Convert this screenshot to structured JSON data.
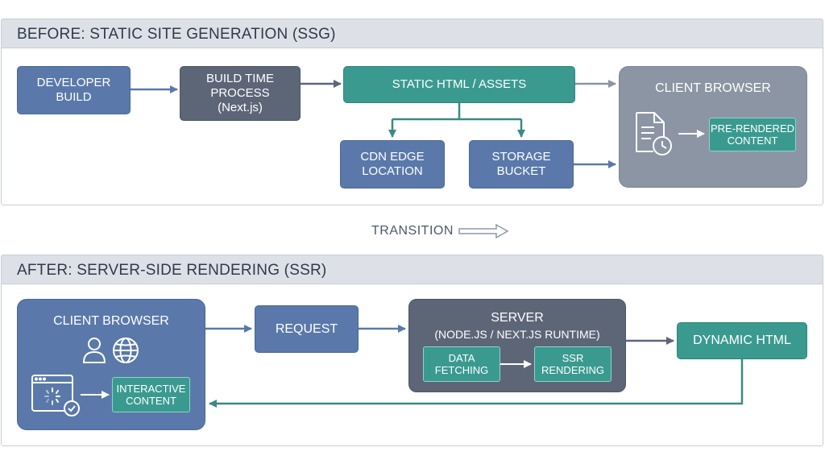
{
  "before": {
    "title": "BEFORE: STATIC SITE GENERATION (SSG)",
    "developer_build": [
      "DEVELOPER",
      "BUILD"
    ],
    "build_time": [
      "BUILD TIME",
      "PROCESS",
      "(Next.js)"
    ],
    "static_html": "STATIC HTML / ASSETS",
    "cdn_edge": [
      "CDN EDGE",
      "LOCATION"
    ],
    "storage_bucket": [
      "STORAGE",
      "BUCKET"
    ],
    "client_browser": "CLIENT BROWSER",
    "prerendered": [
      "PRE-RENDERED",
      "CONTENT"
    ]
  },
  "transition": "TRANSITION",
  "after": {
    "title": "AFTER: SERVER-SIDE RENDERING (SSR)",
    "client_browser": "CLIENT BROWSER",
    "interactive": [
      "INTERACTIVE",
      "CONTENT"
    ],
    "request": "REQUEST",
    "server_title": "SERVER",
    "server_sub": "(NODE.JS / NEXT.JS RUNTIME)",
    "data_fetching": [
      "DATA",
      "FETCHING"
    ],
    "ssr_rendering": [
      "SSR",
      "RENDERING"
    ],
    "dynamic_html": "DYNAMIC HTML"
  },
  "icons": [
    "document-clock-icon",
    "user-icon",
    "globe-icon",
    "browser-window-loading-icon"
  ],
  "colors": {
    "blue": "#5a79aa",
    "slate": "#5d6677",
    "teal": "#3a9a90",
    "gray": "#8b95a4",
    "header": "#dde1e7"
  }
}
